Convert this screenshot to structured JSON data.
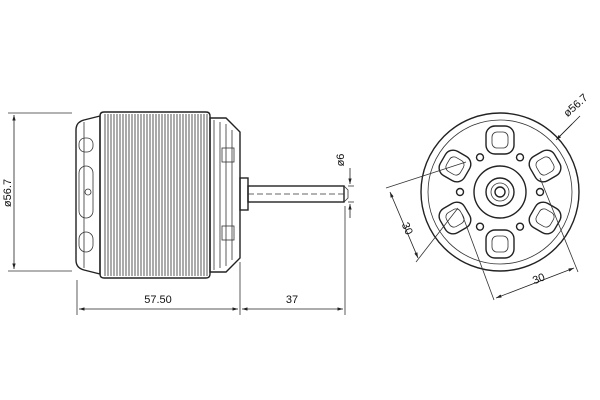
{
  "dimensions": {
    "side_diameter": "ø56.7",
    "body_length": "57.50",
    "shaft_length": "37",
    "shaft_diameter": "ø6",
    "front_diameter": "ø56.7",
    "hole_spacing_a": "30",
    "hole_spacing_b": "30"
  }
}
